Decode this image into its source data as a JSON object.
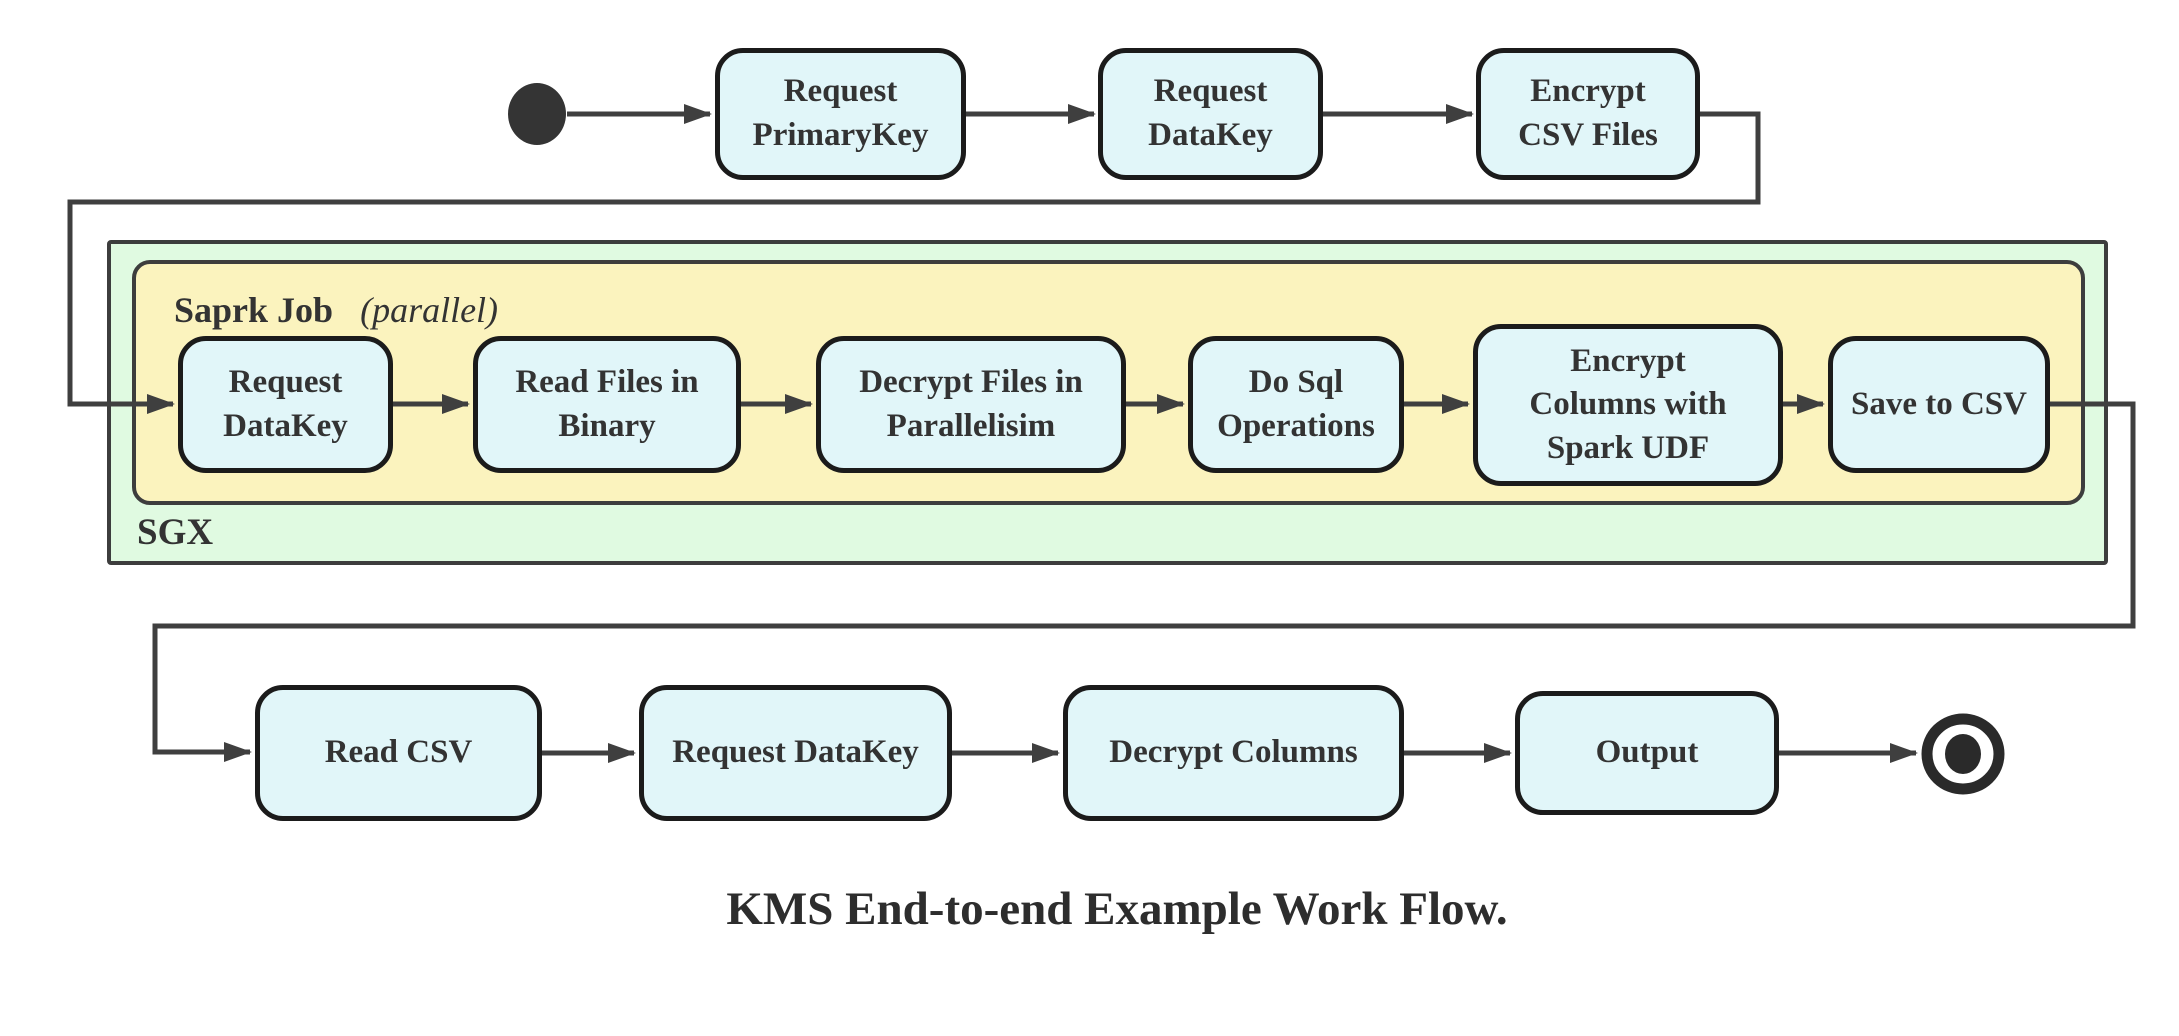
{
  "colors": {
    "node_fill": "#e1f6f9",
    "node_border": "#1b1b1b",
    "sgx_fill": "#e0fae1",
    "spark_fill": "#fbf3be",
    "container_border": "#3d3d3d",
    "line_color": "#3f3f3f",
    "text_color": "#333333"
  },
  "top_row": {
    "nodes": [
      {
        "label": "Request\nPrimaryKey"
      },
      {
        "label": "Request\nDataKey"
      },
      {
        "label": "Encrypt\nCSV Files"
      }
    ]
  },
  "sgx_container": {
    "label": "SGX"
  },
  "spark_container": {
    "title": "Saprk Job",
    "subtitle": "(parallel)"
  },
  "spark_row": {
    "nodes": [
      {
        "label": "Request\nDataKey"
      },
      {
        "label": "Read Files in\nBinary"
      },
      {
        "label": "Decrypt Files in\nParallelisim"
      },
      {
        "label": "Do Sql\nOperations"
      },
      {
        "label": "Encrypt\nColumns with\nSpark UDF"
      },
      {
        "label": "Save to CSV"
      }
    ]
  },
  "bottom_row": {
    "nodes": [
      {
        "label": "Read CSV"
      },
      {
        "label": "Request DataKey"
      },
      {
        "label": "Decrypt Columns"
      },
      {
        "label": "Output"
      }
    ]
  },
  "caption": {
    "text": "KMS End-to-end Example Work Flow."
  }
}
